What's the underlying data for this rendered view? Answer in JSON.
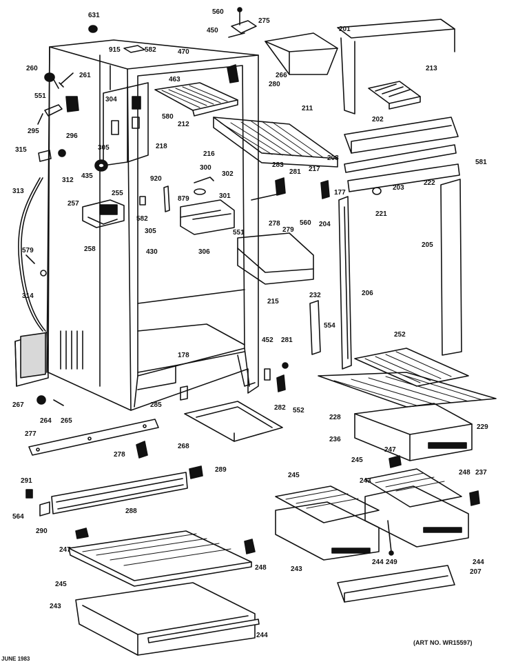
{
  "art_number": "(ART NO. WR15597)",
  "date_stamp": "JUNE 1983",
  "callouts": [
    {
      "id": "c631",
      "label": "631"
    },
    {
      "id": "c560a",
      "label": "560"
    },
    {
      "id": "c275",
      "label": "275"
    },
    {
      "id": "c450",
      "label": "450"
    },
    {
      "id": "c201",
      "label": "201"
    },
    {
      "id": "c915",
      "label": "915"
    },
    {
      "id": "c582a",
      "label": "582"
    },
    {
      "id": "c470",
      "label": "470"
    },
    {
      "id": "c266",
      "label": "266"
    },
    {
      "id": "c213",
      "label": "213"
    },
    {
      "id": "c260",
      "label": "260"
    },
    {
      "id": "c261",
      "label": "261"
    },
    {
      "id": "c463",
      "label": "463"
    },
    {
      "id": "c280",
      "label": "280"
    },
    {
      "id": "c551a",
      "label": "551"
    },
    {
      "id": "c304",
      "label": "304"
    },
    {
      "id": "c580",
      "label": "580"
    },
    {
      "id": "c212",
      "label": "212"
    },
    {
      "id": "c211",
      "label": "211"
    },
    {
      "id": "c295",
      "label": "295"
    },
    {
      "id": "c296",
      "label": "296"
    },
    {
      "id": "c202",
      "label": "202"
    },
    {
      "id": "c305a",
      "label": "305"
    },
    {
      "id": "c218",
      "label": "218"
    },
    {
      "id": "c315",
      "label": "315"
    },
    {
      "id": "c216",
      "label": "216"
    },
    {
      "id": "c217",
      "label": "217"
    },
    {
      "id": "c208",
      "label": "208"
    },
    {
      "id": "c581",
      "label": "581"
    },
    {
      "id": "c312",
      "label": "312"
    },
    {
      "id": "c300",
      "label": "300"
    },
    {
      "id": "c302",
      "label": "302"
    },
    {
      "id": "c283",
      "label": "283"
    },
    {
      "id": "c281",
      "label": "281"
    },
    {
      "id": "c222",
      "label": "222"
    },
    {
      "id": "c435",
      "label": "435"
    },
    {
      "id": "c920",
      "label": "920"
    },
    {
      "id": "c313",
      "label": "313"
    },
    {
      "id": "c255",
      "label": "255"
    },
    {
      "id": "c879",
      "label": "879"
    },
    {
      "id": "c301",
      "label": "301"
    },
    {
      "id": "c177",
      "label": "177"
    },
    {
      "id": "c203",
      "label": "203"
    },
    {
      "id": "c257",
      "label": "257"
    },
    {
      "id": "c582b",
      "label": "582"
    },
    {
      "id": "c221",
      "label": "221"
    },
    {
      "id": "c305b",
      "label": "305"
    },
    {
      "id": "c278a",
      "label": "278"
    },
    {
      "id": "c560b",
      "label": "560"
    },
    {
      "id": "c204",
      "label": "204"
    },
    {
      "id": "c551b",
      "label": "551"
    },
    {
      "id": "c279",
      "label": "279"
    },
    {
      "id": "c258",
      "label": "258"
    },
    {
      "id": "c306",
      "label": "306"
    },
    {
      "id": "c205",
      "label": "205"
    },
    {
      "id": "c579",
      "label": "579"
    },
    {
      "id": "c430",
      "label": "430"
    },
    {
      "id": "c215",
      "label": "215"
    },
    {
      "id": "c206",
      "label": "206"
    },
    {
      "id": "c314",
      "label": "314"
    },
    {
      "id": "c232",
      "label": "232"
    },
    {
      "id": "c554",
      "label": "554"
    },
    {
      "id": "c252",
      "label": "252"
    },
    {
      "id": "c452",
      "label": "452"
    },
    {
      "id": "c281b",
      "label": "281"
    },
    {
      "id": "c178",
      "label": "178"
    },
    {
      "id": "c267",
      "label": "267"
    },
    {
      "id": "c285",
      "label": "285"
    },
    {
      "id": "c282",
      "label": "282"
    },
    {
      "id": "c552",
      "label": "552"
    },
    {
      "id": "c228",
      "label": "228"
    },
    {
      "id": "c229",
      "label": "229"
    },
    {
      "id": "c264",
      "label": "264"
    },
    {
      "id": "c265",
      "label": "265"
    },
    {
      "id": "c277",
      "label": "277"
    },
    {
      "id": "c268",
      "label": "268"
    },
    {
      "id": "c236",
      "label": "236"
    },
    {
      "id": "c247a",
      "label": "247"
    },
    {
      "id": "c278b",
      "label": "278"
    },
    {
      "id": "c245a",
      "label": "245"
    },
    {
      "id": "c237",
      "label": "237"
    },
    {
      "id": "c289",
      "label": "289"
    },
    {
      "id": "c291",
      "label": "291"
    },
    {
      "id": "c245b",
      "label": "245"
    },
    {
      "id": "c243a",
      "label": "243"
    },
    {
      "id": "c248a",
      "label": "248"
    },
    {
      "id": "c288",
      "label": "288"
    },
    {
      "id": "c564",
      "label": "564"
    },
    {
      "id": "c290",
      "label": "290"
    },
    {
      "id": "c247b",
      "label": "247"
    },
    {
      "id": "c244a",
      "label": "244"
    },
    {
      "id": "c244b",
      "label": "244"
    },
    {
      "id": "c249",
      "label": "249"
    },
    {
      "id": "c243b",
      "label": "243"
    },
    {
      "id": "c248b",
      "label": "248"
    },
    {
      "id": "c207",
      "label": "207"
    },
    {
      "id": "c245c",
      "label": "245"
    },
    {
      "id": "c243c",
      "label": "243"
    },
    {
      "id": "c244c",
      "label": "244"
    }
  ]
}
